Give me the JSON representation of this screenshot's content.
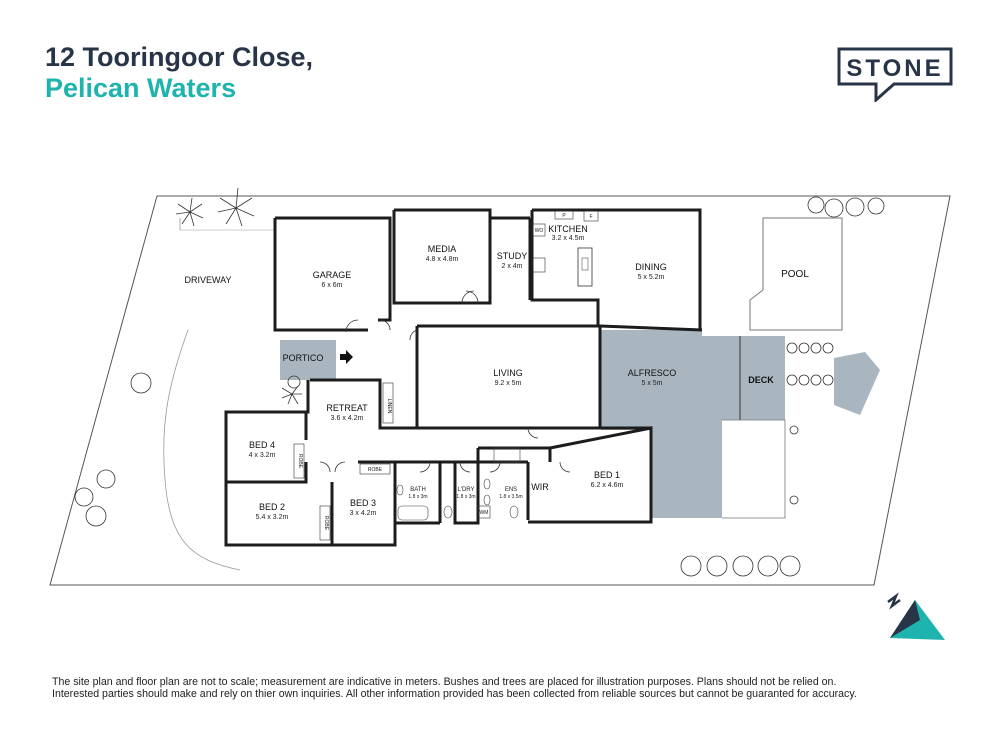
{
  "header": {
    "address_line1": "12 Tooringoor Close,",
    "address_line2": "Pelican Waters",
    "logo_text": "STONE"
  },
  "rooms": {
    "driveway": {
      "name": "DRIVEWAY"
    },
    "garage": {
      "name": "GARAGE",
      "size": "6 x 6m"
    },
    "media": {
      "name": "MEDIA",
      "size": "4.8 x 4.8m"
    },
    "study": {
      "name": "STUDY",
      "size": "2 x 4m"
    },
    "kitchen": {
      "name": "KITCHEN",
      "size": "3.2 x 4.5m"
    },
    "dining": {
      "name": "DINING",
      "size": "5 x 5.2m"
    },
    "pool": {
      "name": "POOL"
    },
    "portico": {
      "name": "PORTICO"
    },
    "living": {
      "name": "LIVING",
      "size": "9.2 x 5m"
    },
    "alfresco": {
      "name": "ALFRESCO",
      "size": "5 x 5m"
    },
    "deck": {
      "name": "DECK"
    },
    "retreat": {
      "name": "RETREAT",
      "size": "3.6 x 4.2m"
    },
    "bed4": {
      "name": "BED 4",
      "size": "4 x 3.2m"
    },
    "bed2": {
      "name": "BED 2",
      "size": "5.4 x 3.2m"
    },
    "bed3": {
      "name": "BED 3",
      "size": "3 x 4.2m"
    },
    "bath": {
      "name": "BATH",
      "size": "1.8 x 3m"
    },
    "laundry": {
      "name": "L'DRY",
      "size": "1.8 x 3m"
    },
    "ensuite": {
      "name": "ENS",
      "size": "1.8 x 3.5m"
    },
    "wir": {
      "name": "WIR"
    },
    "bed1": {
      "name": "BED 1",
      "size": "6.2 x 4.6m"
    }
  },
  "fixtures": {
    "linen": "LINEN",
    "robe": "ROBE",
    "wo": "WO",
    "p": "P",
    "f": "F",
    "wm": "WM"
  },
  "disclaimer": {
    "line1": "The site plan and floor plan are not to scale; measurement are indicative in meters. Bushes and trees are placed for illustration purposes. Plans should not be relied on.",
    "line2": "Interested parties should make and rely on thier own inquiries. All other information provided has been collected from reliable sources but cannot be guaranted for accuracy."
  },
  "colors": {
    "outdoor_fill": "#a9b6c0",
    "wall": "#1c1c1c",
    "title_dark": "#283447",
    "title_accent": "#1fb3ad"
  }
}
